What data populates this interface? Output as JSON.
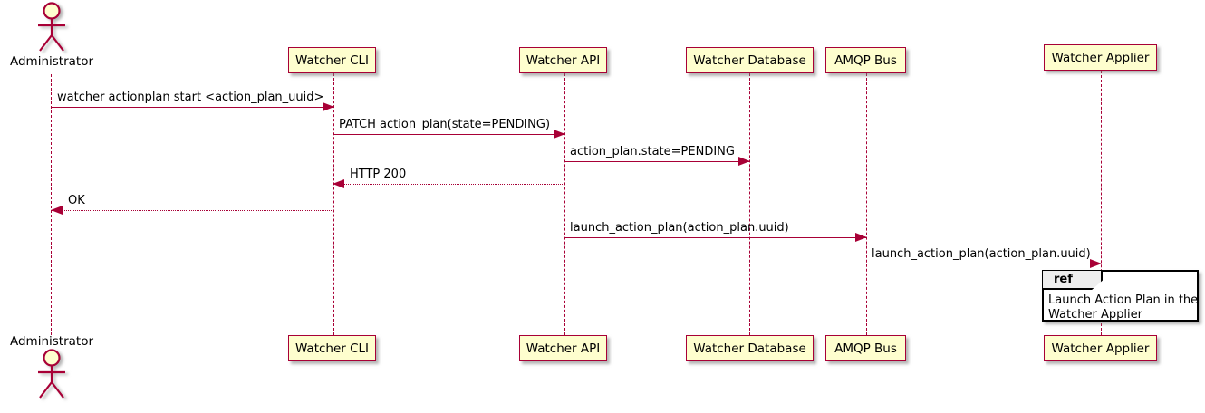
{
  "diagram": {
    "type": "plantuml-sequence",
    "colors": {
      "participant_fill": "#FEFECE",
      "line_and_border": "#A80036",
      "text": "#000000",
      "ref_header_fill": "#EEEEEE",
      "ref_border": "#000000",
      "background": "#FFFFFF"
    },
    "actor": {
      "name": "Administrator"
    },
    "participants": [
      {
        "name": "Watcher CLI"
      },
      {
        "name": "Watcher API"
      },
      {
        "name": "Watcher Database"
      },
      {
        "name": "AMQP Bus"
      },
      {
        "name": "Watcher Applier"
      }
    ],
    "messages": [
      {
        "from": "Administrator",
        "to": "Watcher CLI",
        "text": "watcher actionplan start <action_plan_uuid>",
        "style": "solid"
      },
      {
        "from": "Watcher CLI",
        "to": "Watcher API",
        "text": "PATCH action_plan(state=PENDING)",
        "style": "solid"
      },
      {
        "from": "Watcher API",
        "to": "Watcher Database",
        "text": "action_plan.state=PENDING",
        "style": "solid"
      },
      {
        "from": "Watcher API",
        "to": "Watcher CLI",
        "text": "HTTP 200",
        "style": "dashed"
      },
      {
        "from": "Watcher CLI",
        "to": "Administrator",
        "text": "OK",
        "style": "dashed"
      },
      {
        "from": "Watcher API",
        "to": "AMQP Bus",
        "text": "launch_action_plan(action_plan.uuid)",
        "style": "solid"
      },
      {
        "from": "AMQP Bus",
        "to": "Watcher Applier",
        "text": "launch_action_plan(action_plan.uuid)",
        "style": "solid"
      }
    ],
    "ref": {
      "keyword": "ref",
      "line1": "Launch Action Plan in the",
      "line2": "Watcher Applier"
    }
  }
}
